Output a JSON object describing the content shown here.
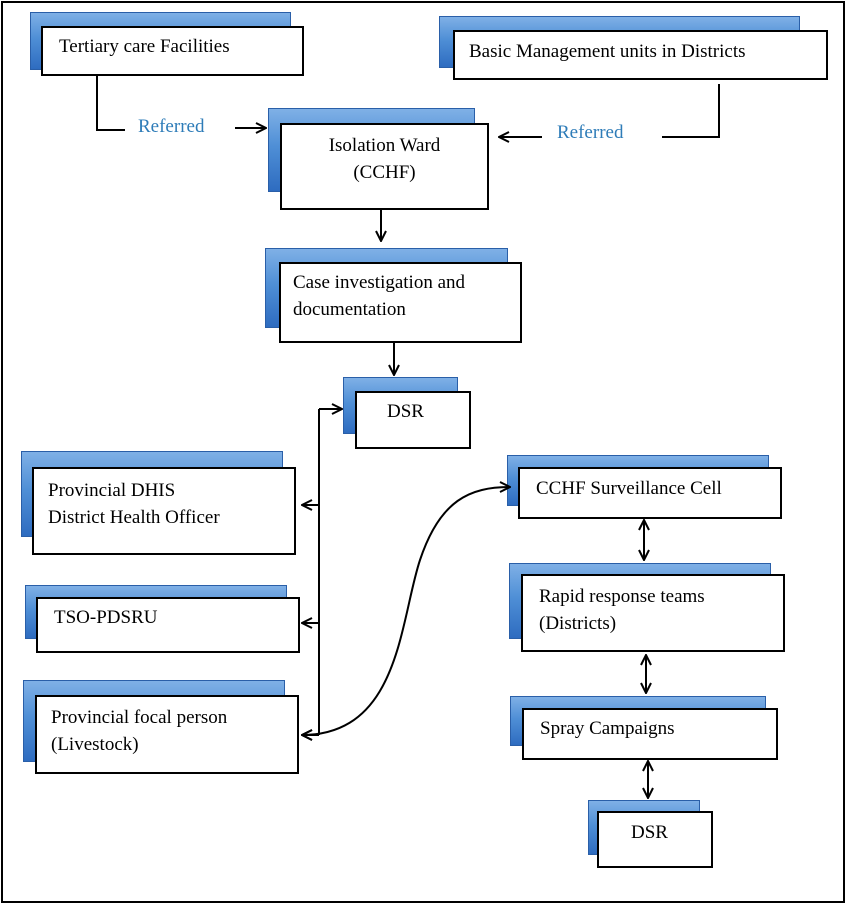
{
  "nodes": {
    "tertiary": {
      "line1": "Tertiary care Facilities"
    },
    "basic_units": {
      "line1": "Basic Management units in Districts"
    },
    "isolation": {
      "line1": "Isolation Ward",
      "line2": "(CCHF)"
    },
    "case_investigation": {
      "line1": "Case investigation and",
      "line2": "documentation"
    },
    "dsr_top": {
      "line1": "DSR"
    },
    "provincial_dhis": {
      "line1": "Provincial DHIS",
      "line2": "District Health  Officer"
    },
    "tso": {
      "line1": "TSO-PDSRU"
    },
    "focal_person": {
      "line1": "Provincial focal person",
      "line2": "(Livestock)"
    },
    "surveillance_cell": {
      "line1": "CCHF  Surveillance Cell"
    },
    "rapid_response": {
      "line1": "Rapid response teams",
      "line2": "(Districts)"
    },
    "spray": {
      "line1": "Spray Campaigns"
    },
    "dsr_bottom": {
      "line1": "DSR"
    }
  },
  "edge_labels": {
    "referred_left": "Referred",
    "referred_right": "Referred"
  },
  "colors": {
    "shadow_blue": "#4f8fd6",
    "label_blue": "#2e7cb8",
    "line": "#000000"
  }
}
